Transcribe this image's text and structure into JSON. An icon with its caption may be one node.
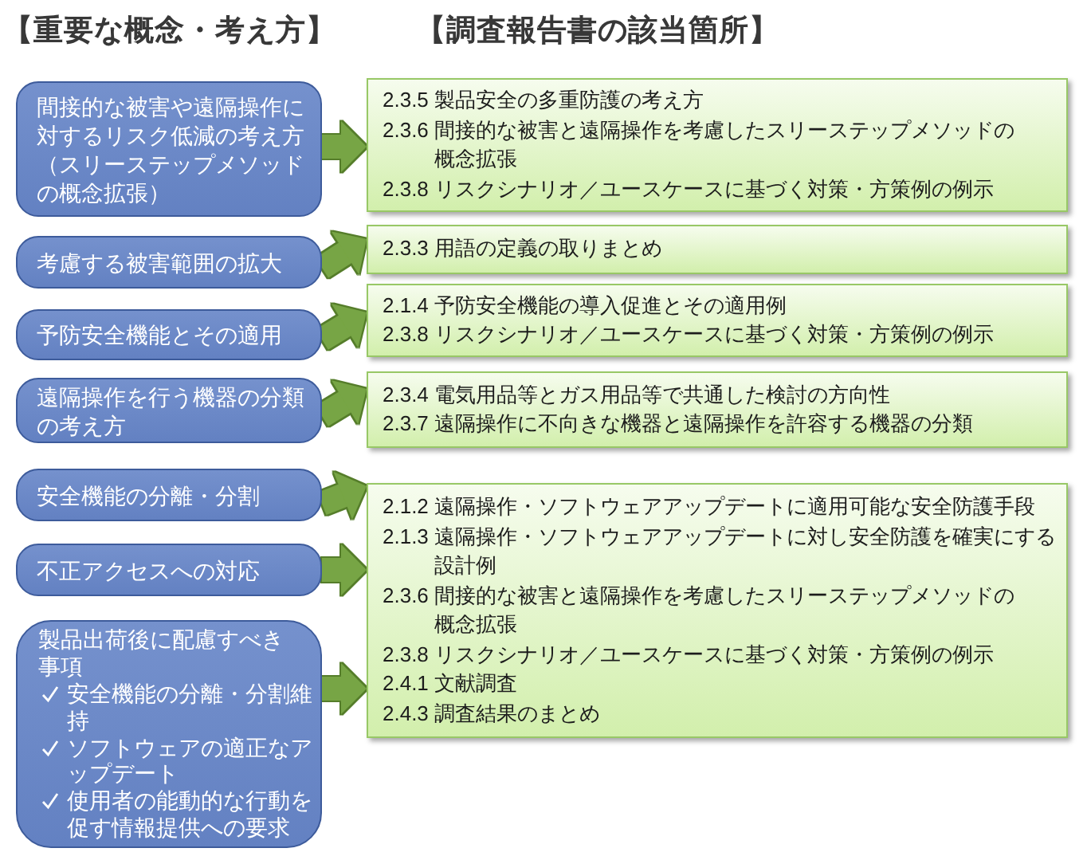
{
  "diagram": {
    "nodes": [
      {
        "text": [
          "間接的な被害や遠隔操作に対するリスク低減の考え方（スリーステップメソッドの概念拡張）"
        ]
      },
      {
        "text": [
          "2.3.5 製品安全の多重防護の考え方",
          "2.3.6 間接的な被害と遠隔操作を考慮したスリーステップメソッドの概念拡張",
          "2.3.8 リスクシナリオ／ユースケースに基づく対策・方策例の例示"
        ]
      },
      {
        "text": [
          "考慮する被害範囲の拡大"
        ]
      },
      {
        "text": [
          "2.3.3 用語の定義の取りまとめ"
        ]
      },
      {
        "text": [
          "予防安全機能とその適用"
        ]
      },
      {
        "text": [
          "2.1.4 予防安全機能の導入促進とその適用例",
          "2.3.8 リスクシナリオ／ユースケースに基づく対策・方策例の例示"
        ]
      },
      {
        "text": [
          "遠隔操作を行う機器の分類の考え方"
        ]
      },
      {
        "text": [
          "2.3.4 電気用品等とガス用品等で共通した検討の方向性",
          "2.3.7 遠隔操作に不向きな機器と遠隔操作を許容する機器の分類"
        ]
      },
      {
        "text": [
          "安全機能の分離・分割"
        ]
      },
      {
        "text": [
          "不正アクセスへの対応"
        ]
      },
      {
        "text": [
          "製品出荷後に配慮すべき事項",
          "安全機能の分離・分割維持",
          "ソフトウェアの適正なアップデート",
          "使用者の能動的な行動を促す情報提供への要求"
        ]
      },
      {
        "text": [
          "2.1.2 遠隔操作・ソフトウェアアップデートに適用可能な安全防護手段",
          "2.1.3 遠隔操作・ソフトウェアアップデートに対し安全防護を確実にする設計例",
          "2.3.6 間接的な被害と遠隔操作を考慮したスリーステップメソッドの概念拡張",
          "2.3.8 リスクシナリオ／ユースケースに基づく対策・方策例の例示",
          "2.4.1 文献調査",
          "2.4.3 調査結果のまとめ"
        ]
      }
    ],
    "edges": [
      {
        "from": 0,
        "to": 1,
        "arrow": "to"
      },
      {
        "from": 2,
        "to": 3,
        "arrow": "to"
      },
      {
        "from": 4,
        "to": 5,
        "arrow": "to"
      },
      {
        "from": 6,
        "to": 7,
        "arrow": "to"
      },
      {
        "from": 8,
        "to": 11,
        "arrow": "to"
      },
      {
        "from": 9,
        "to": 11,
        "arrow": "to"
      },
      {
        "from": 10,
        "to": 11,
        "arrow": "to"
      }
    ],
    "labels": [
      "【重要な概念・考え方】",
      "【調査報告書の該当箇所】"
    ]
  }
}
